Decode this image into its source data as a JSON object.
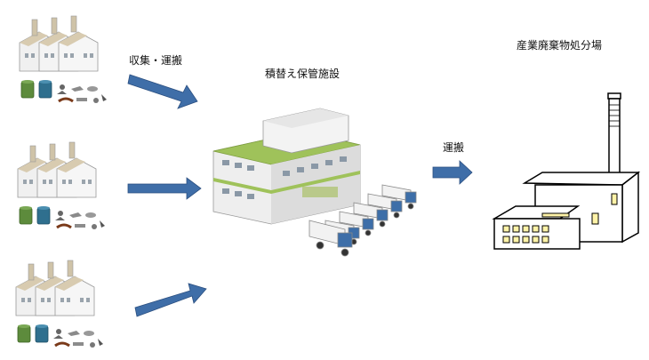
{
  "labels": {
    "collect": "収集・運搬",
    "transfer_facility": "積替え保管施設",
    "transport": "運搬",
    "disposal_site": "産業廃棄物処分場"
  },
  "colors": {
    "arrow_fill": "#3f6ea8",
    "arrow_stroke": "#2b4f80",
    "wall": "#f2f2f2",
    "roof": "#d8cbb0",
    "drum_green": "#5d8b3c",
    "drum_blue": "#2f6f8e",
    "roof_green": "#9fc25a",
    "window_yellow": "#fff3a8"
  }
}
